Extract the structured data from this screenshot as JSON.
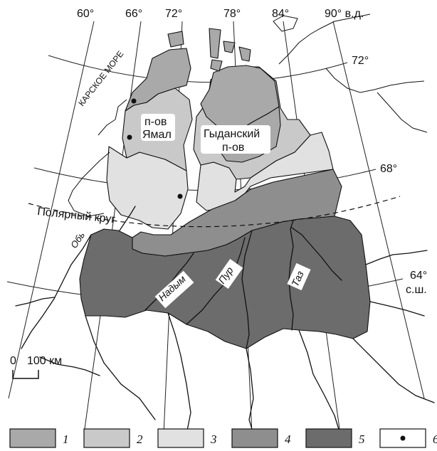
{
  "map": {
    "longitudes": [
      "60°",
      "66°",
      "72°",
      "78°",
      "84°",
      "90° в.д."
    ],
    "latitudes": {
      "lat72": "72°",
      "lat68": "68°",
      "lat64_deg": "64°",
      "lat64_unit": "с.ш."
    },
    "places": {
      "kara_sea": "КАРСКОЕ МОРЕ",
      "arctic_circle": "Полярный круг",
      "yamal_1": "п-ов",
      "yamal_2": "Ямал",
      "gydan_1": "Гыданский",
      "gydan_2": "п-ов"
    },
    "rivers": {
      "ob": "Обь",
      "nadym": "Надым",
      "pur": "Пур",
      "taz": "Таз"
    },
    "scale": {
      "zero": "0",
      "label": "100 км"
    }
  },
  "zones": {
    "colors": {
      "z1": "#a9a9a9",
      "z2": "#c9c9c9",
      "z3": "#e1e1e1",
      "z4": "#8e8e8e",
      "z5": "#6c6c6c"
    }
  },
  "legend": [
    {
      "number": "1",
      "color": "#a9a9a9",
      "symbol": "fill"
    },
    {
      "number": "2",
      "color": "#c9c9c9",
      "symbol": "fill"
    },
    {
      "number": "3",
      "color": "#e1e1e1",
      "symbol": "fill"
    },
    {
      "number": "4",
      "color": "#8e8e8e",
      "symbol": "fill"
    },
    {
      "number": "5",
      "color": "#6c6c6c",
      "symbol": "fill"
    },
    {
      "number": "6",
      "color": "#ffffff",
      "symbol": "dot"
    }
  ]
}
